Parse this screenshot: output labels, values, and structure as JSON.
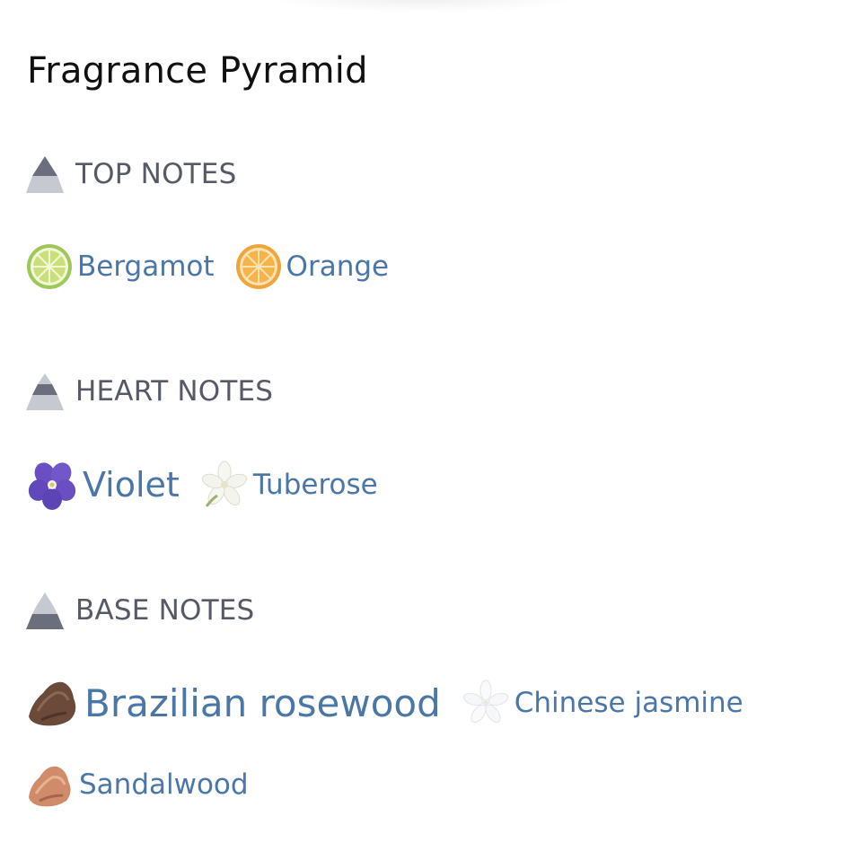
{
  "header": {
    "title": "Fragrance Pyramid"
  },
  "sections": [
    {
      "label": "TOP NOTES",
      "notes": [
        {
          "label": "Bergamot",
          "icon": "bergamot-icon"
        },
        {
          "label": "Orange",
          "icon": "orange-icon"
        }
      ]
    },
    {
      "label": "HEART NOTES",
      "notes": [
        {
          "label": "Violet",
          "icon": "violet-icon"
        },
        {
          "label": "Tuberose",
          "icon": "tuberose-icon"
        }
      ]
    },
    {
      "label": "BASE NOTES",
      "notes": [
        {
          "label": "Brazilian rosewood",
          "icon": "rosewood-icon"
        },
        {
          "label": "Chinese jasmine",
          "icon": "jasmine-icon"
        },
        {
          "label": "Sandalwood",
          "icon": "sandalwood-icon"
        }
      ]
    }
  ],
  "colors": {
    "note_link": "#4a76a8",
    "section_label": "#555a66",
    "pyramid_light": "#c7c9d1",
    "pyramid_dark": "#6b6f7d"
  }
}
